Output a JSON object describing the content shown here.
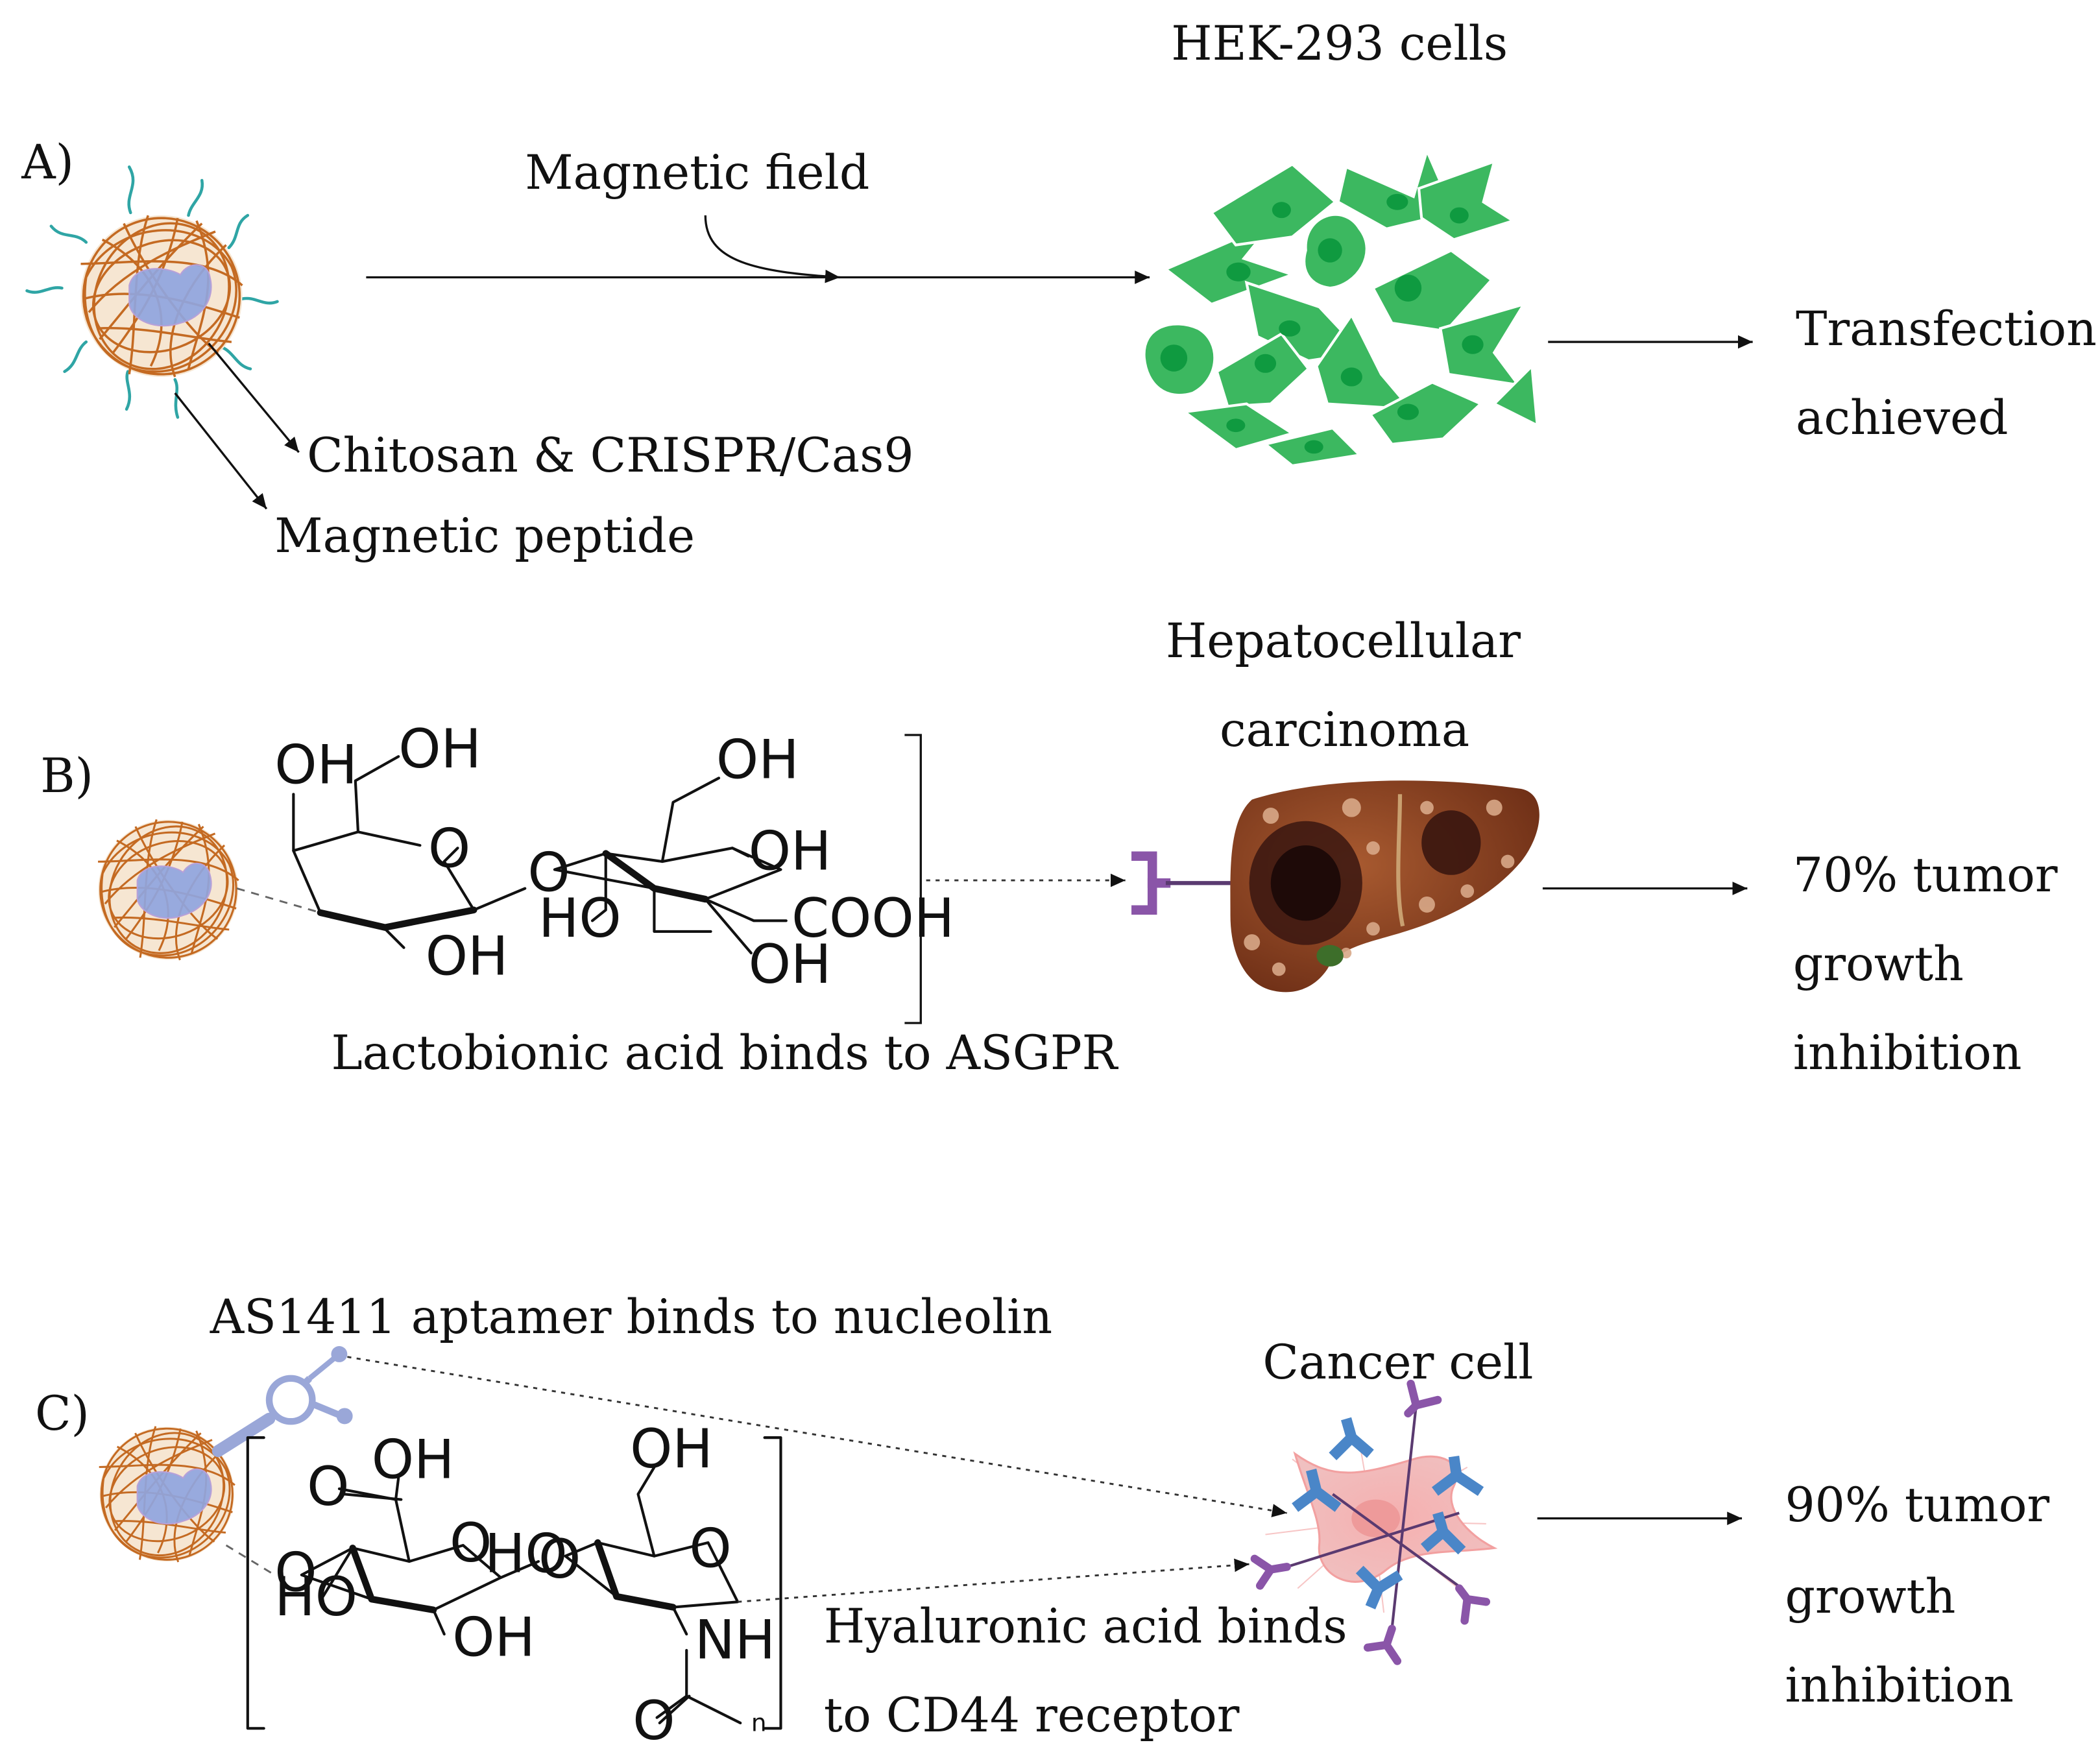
{
  "panels": {
    "a": {
      "letter": "A)",
      "cells_title": "HEK-293 cells",
      "field_label": "Magnetic field",
      "component_1": "Chitosan & CRISPR/Cas9",
      "component_2": "Magnetic peptide",
      "outcome_line1": "Transfection",
      "outcome_line2": "achieved"
    },
    "b": {
      "letter": "B)",
      "target_line1": "Hepatocellular",
      "target_line2": "carcinoma",
      "ligand_caption": "Lactobionic acid binds to ASGPR",
      "outcome_line1": "70% tumor",
      "outcome_line2": "growth",
      "outcome_line3": "inhibition"
    },
    "c": {
      "letter": "C)",
      "aptamer_caption": "AS1411 aptamer binds to nucleolin",
      "target": "Cancer cell",
      "ha_line1": "Hyaluronic acid binds",
      "ha_line2": "to CD44 receptor",
      "outcome_line1": "90% tumor",
      "outcome_line2": "growth",
      "outcome_line3": "inhibition"
    }
  },
  "chem": {
    "oh": "OH",
    "ho": "HO",
    "o": "O",
    "cooh": "COOH",
    "nh": "NH",
    "n": "n"
  },
  "colors": {
    "nanoparticle": "#c46a22",
    "payload": "#8fa5de",
    "peptide": "#2fa5a5",
    "hek_cell": "#3cb860",
    "hek_nucleus": "#0f9a40",
    "liver": "#8a3f22",
    "receptor_purple": "#8a55a8",
    "receptor_blue": "#4a86c8",
    "cancer_cell": "#f4b4b4",
    "aptamer": "#9aa7d8"
  },
  "icons": [
    "nanoparticle-icon",
    "hek-cells-icon",
    "liver-icon",
    "asgpr-receptor-icon",
    "cancer-cell-icon",
    "aptamer-icon"
  ]
}
